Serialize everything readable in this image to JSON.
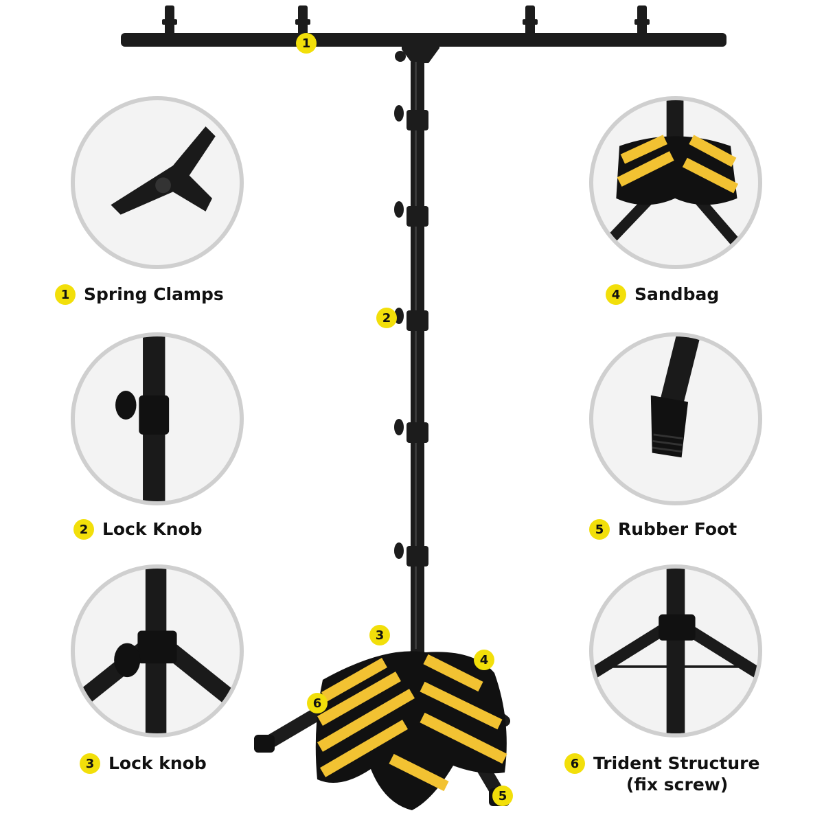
{
  "colors": {
    "accent": "#f2df0a",
    "metal": "#1c1c1c",
    "ring": "#cfcfcf",
    "sand_yellow": "#f2c232"
  },
  "features": [
    {
      "number": "1",
      "label": "Spring Clamps",
      "icon": "spring-clamp-icon"
    },
    {
      "number": "2",
      "label": "Lock Knob",
      "icon": "lock-knob-icon"
    },
    {
      "number": "3",
      "label": "Lock knob",
      "icon": "tripod-lock-knob-icon"
    },
    {
      "number": "4",
      "label": "Sandbag",
      "icon": "sandbag-icon"
    },
    {
      "number": "5",
      "label": "Rubber Foot",
      "icon": "rubber-foot-icon"
    },
    {
      "number": "6",
      "label": "Trident Structure",
      "label_line2": "(fix screw)",
      "icon": "trident-structure-icon"
    }
  ],
  "markers": {
    "m1": "1",
    "m2": "2",
    "m3": "3",
    "m4": "4",
    "m5": "5",
    "m6": "6"
  }
}
